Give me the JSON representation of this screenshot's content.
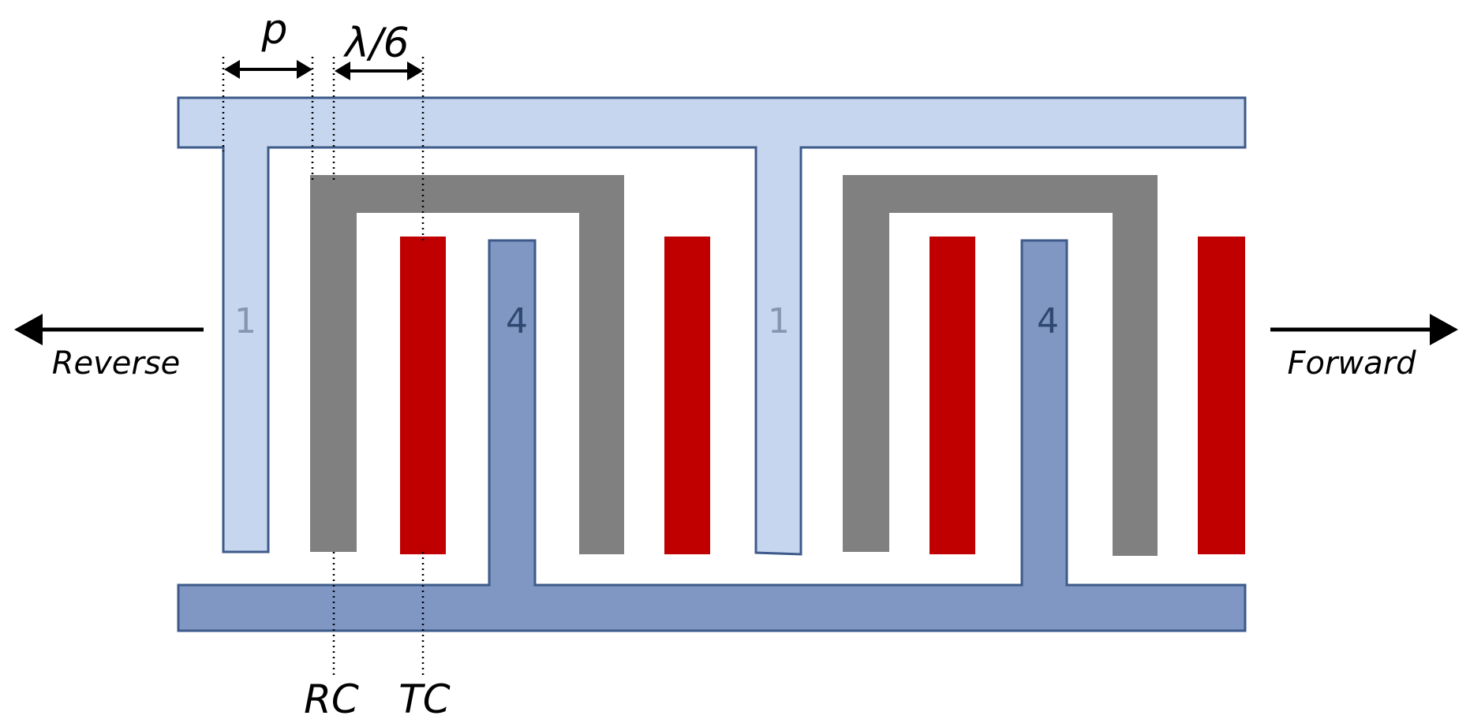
{
  "labels": {
    "pitch": "p",
    "wavelength_fraction": "λ/6",
    "reverse": "Reverse",
    "forward": "Forward",
    "rc": "RC",
    "tc": "TC",
    "finger_1": "1",
    "finger_4": "4"
  },
  "colors": {
    "electrode_1": "#c6d6ee",
    "electrode_1_stroke": "#3d5a8a",
    "electrode_4": "#7f97c2",
    "electrode_4_stroke": "#3d5a8a",
    "reflector": "#808080",
    "transducer": "#c00000",
    "text_light": "#8496b0",
    "text_dark": "#2f4870"
  },
  "icons": [
    "arrow-left-icon",
    "arrow-right-icon",
    "double-arrow-icon"
  ]
}
